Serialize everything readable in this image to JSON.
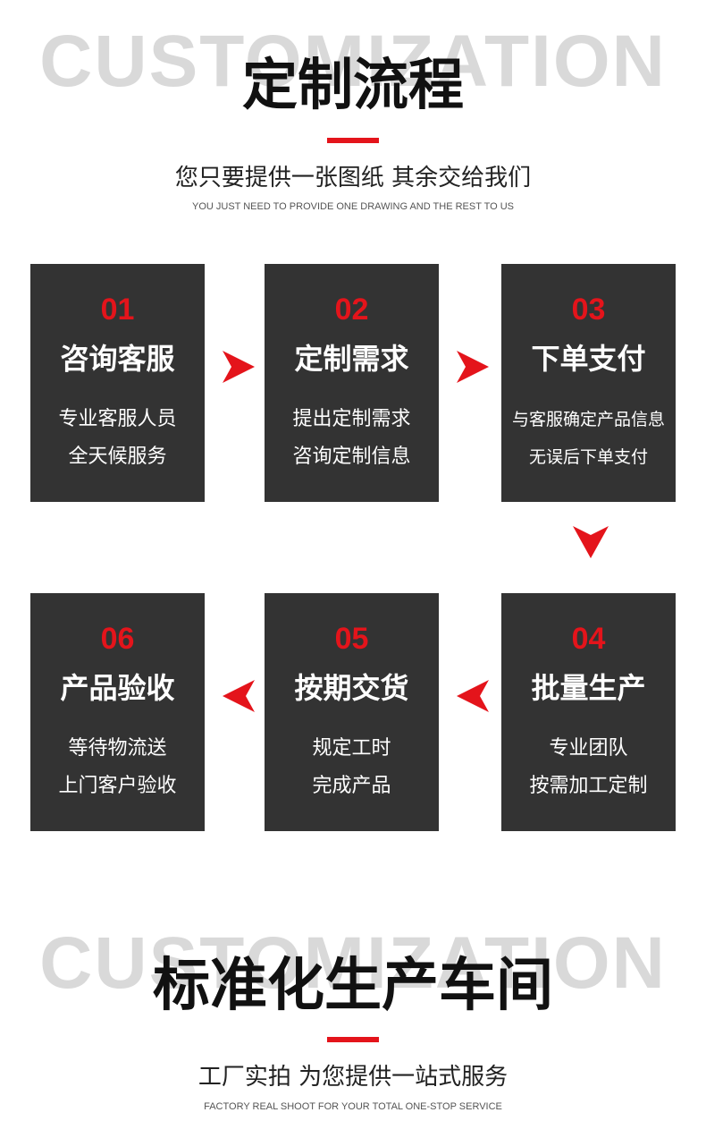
{
  "section1": {
    "bg_word": "CUSTOMIZATION",
    "title": "定制流程",
    "subtitle": "您只要提供一张图纸 其余交给我们",
    "subtitle_en": "YOU JUST NEED TO PROVIDE ONE DRAWING AND THE REST TO US"
  },
  "steps": [
    {
      "num": "01",
      "name": "咨询客服",
      "line1": "专业客服人员",
      "line2": "全天候服务"
    },
    {
      "num": "02",
      "name": "定制需求",
      "line1": "提出定制需求",
      "line2": "咨询定制信息"
    },
    {
      "num": "03",
      "name": "下单支付",
      "line1": "与客服确定产品信息",
      "line2": "无误后下单支付"
    },
    {
      "num": "04",
      "name": "批量生产",
      "line1": "专业团队",
      "line2": "按需加工定制"
    },
    {
      "num": "05",
      "name": "按期交货",
      "line1": "规定工时",
      "line2": "完成产品"
    },
    {
      "num": "06",
      "name": "产品验收",
      "line1": "等待物流送",
      "line2": "上门客户验收"
    }
  ],
  "section2": {
    "bg_word": "CUSTOMIZATION",
    "title": "标准化生产车间",
    "subtitle": "工厂实拍 为您提供一站式服务",
    "subtitle_en": "FACTORY REAL SHOOT FOR YOUR TOTAL ONE-STOP SERVICE"
  },
  "colors": {
    "accent": "#e4141b",
    "card": "#333333"
  },
  "icons": {
    "arrow_right": "arrow-right-icon",
    "arrow_down": "arrow-down-icon",
    "arrow_left": "arrow-left-icon"
  }
}
